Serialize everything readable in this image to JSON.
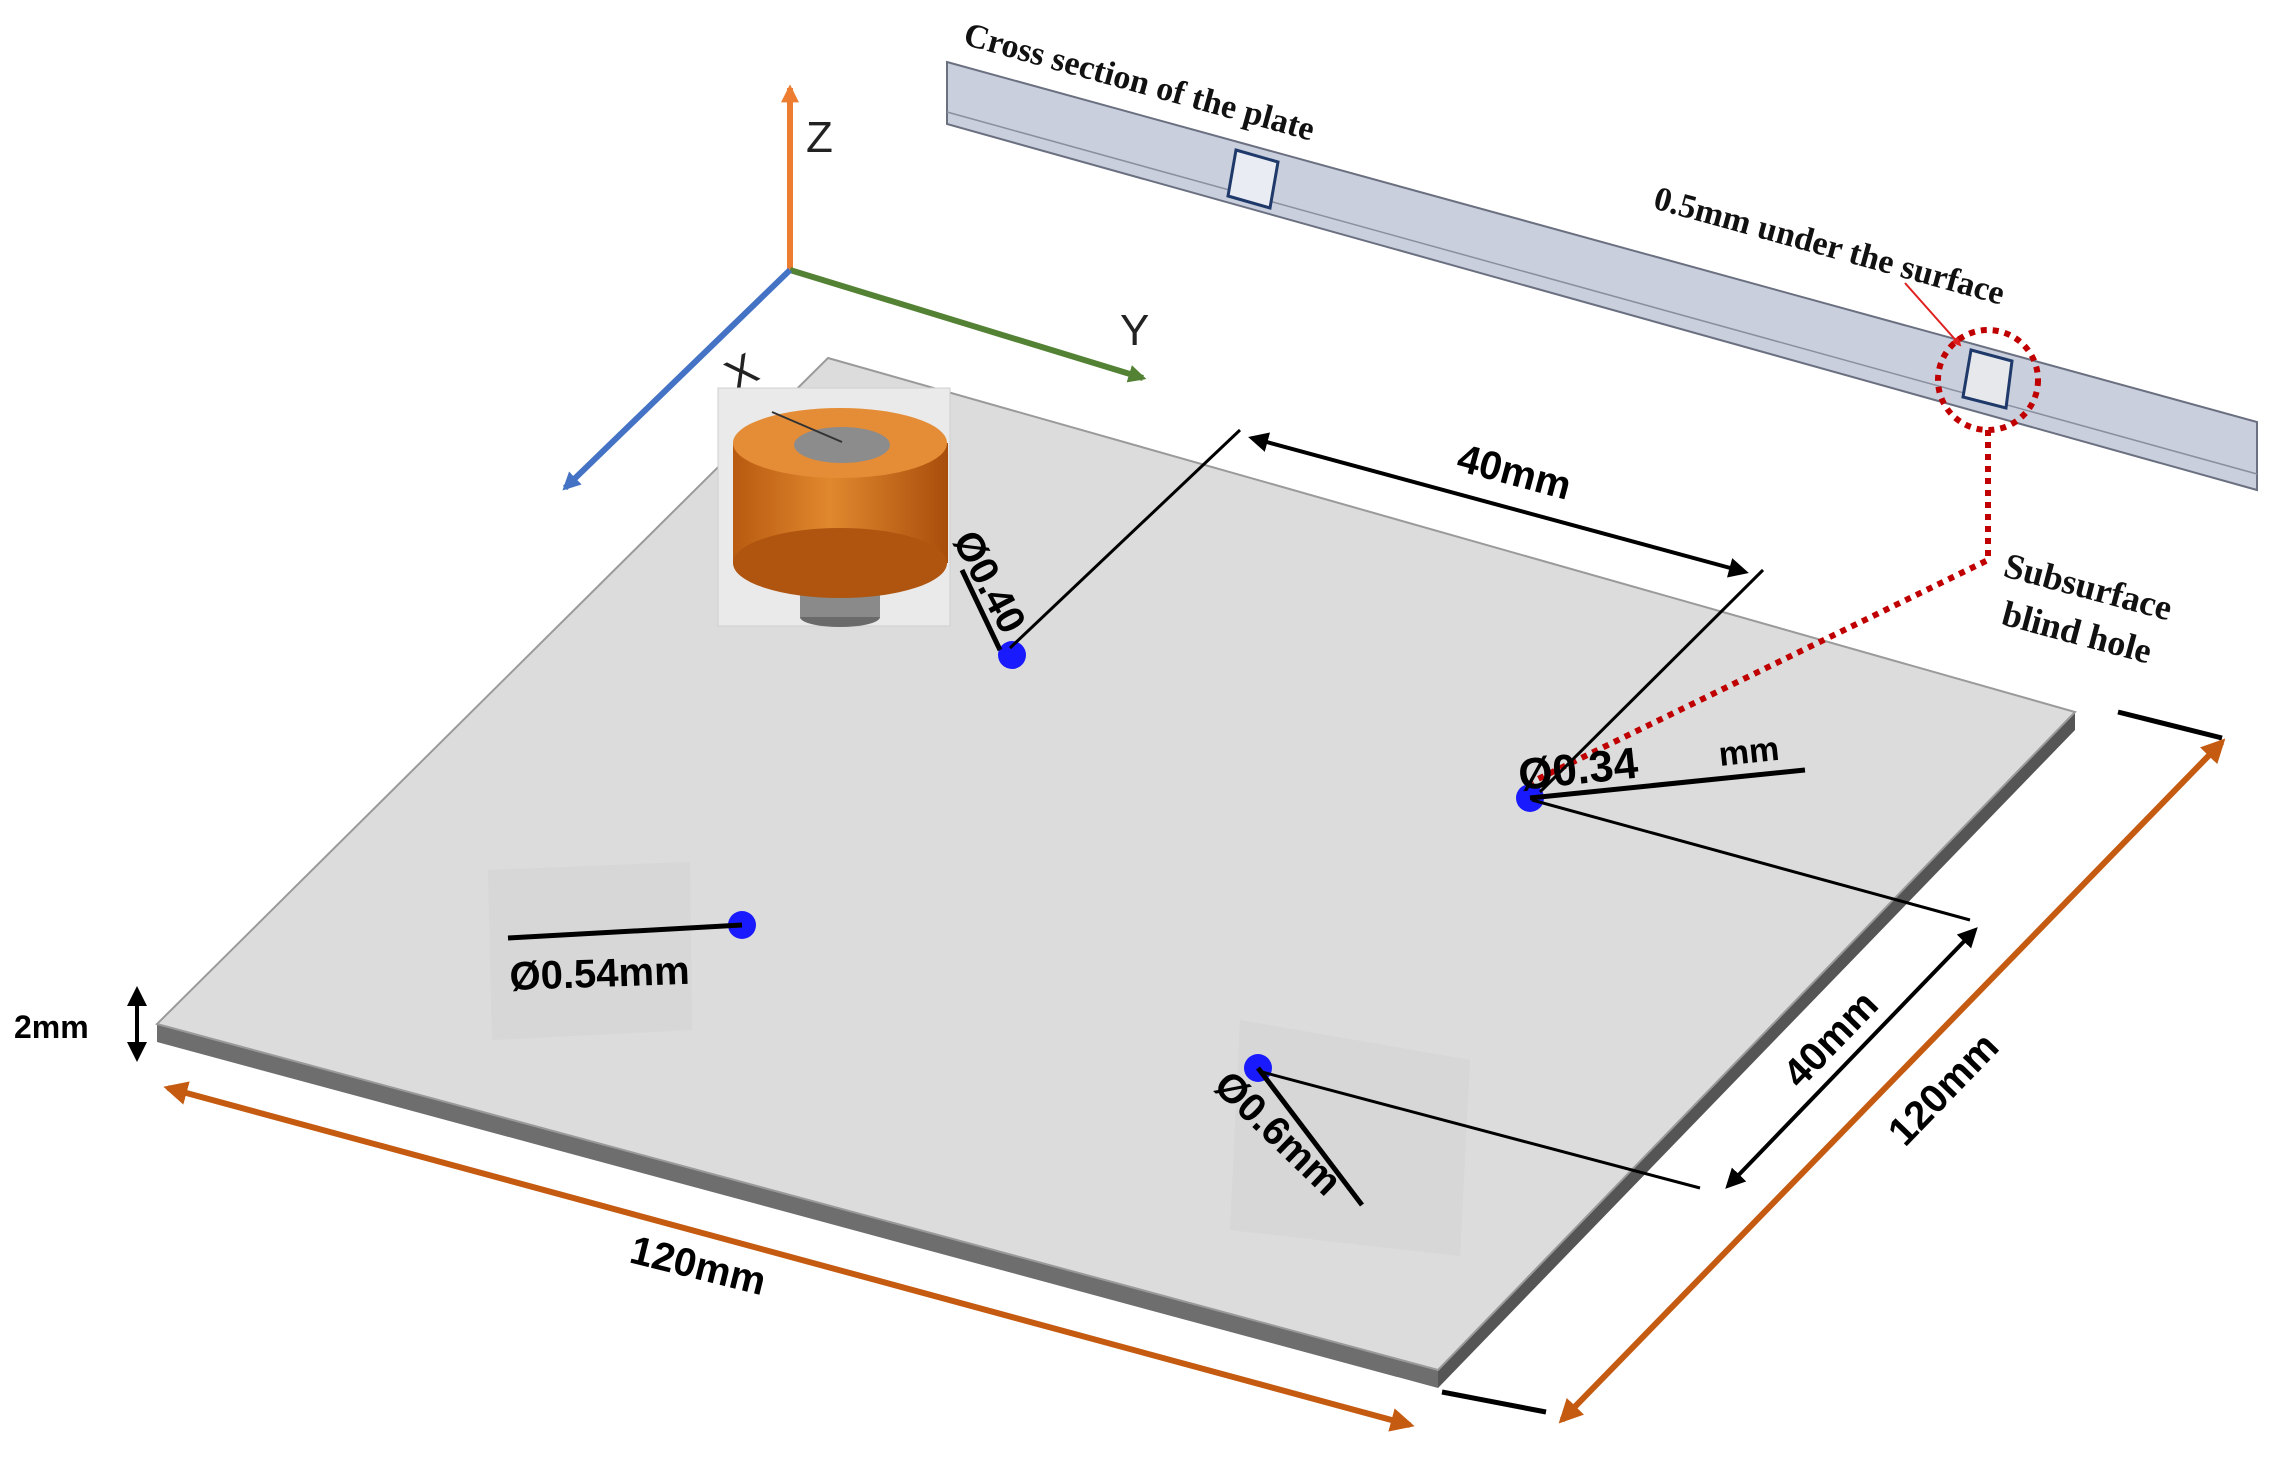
{
  "axes": {
    "x_label": "X",
    "y_label": "Y",
    "z_label": "Z"
  },
  "colors": {
    "plate_top": "#dcdcdc",
    "plate_edge": "#6e6e6e",
    "cross_section": "#c9cfdc",
    "axis_x": "#4472c4",
    "axis_y": "#548235",
    "axis_z": "#ed7d31",
    "dimension_orange": "#c55a11",
    "holes": "#1a1aff",
    "probe": "#d9731a",
    "callout": "#c00000"
  },
  "cross_section": {
    "title": "Cross section of the plate",
    "depth_note": "0.5mm under the surface",
    "callout_label_line1": "Subsurface",
    "callout_label_line2": "blind hole"
  },
  "dimensions": {
    "thickness": "2mm",
    "length_front": "120mm",
    "length_right": "120mm",
    "spacing_top": "40mm",
    "spacing_right": "40mm"
  },
  "holes": [
    {
      "label": "Ø0.40"
    },
    {
      "label": "Ø0.34",
      "unit": "mm"
    },
    {
      "label": "Ø0.54mm"
    },
    {
      "label": "Ø0.6mm"
    }
  ],
  "probe": {
    "icon": "eddy-current-probe-icon"
  }
}
